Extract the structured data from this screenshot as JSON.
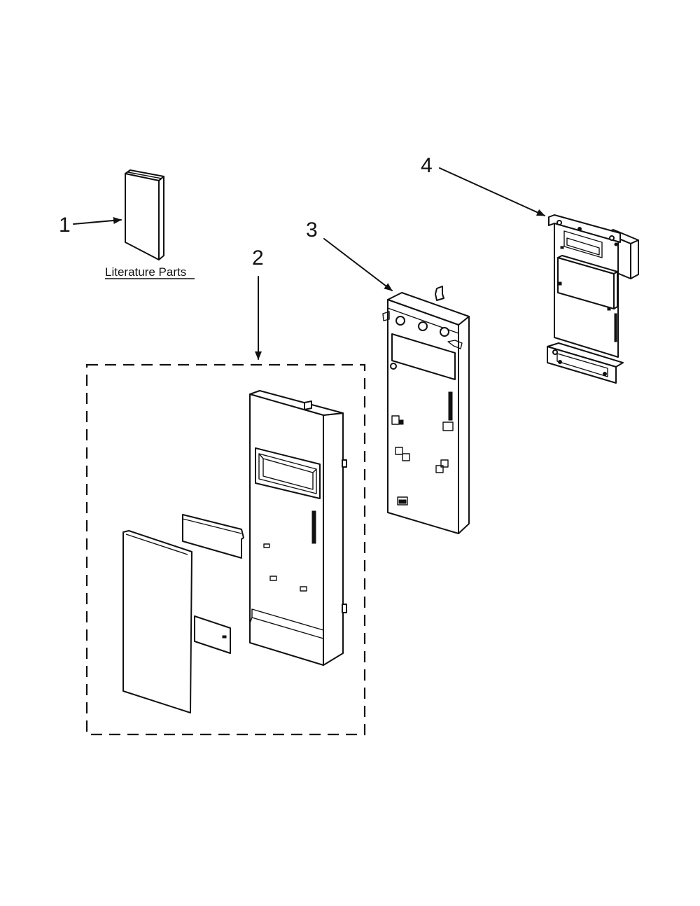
{
  "callouts": {
    "item_1": "1",
    "item_2": "2",
    "item_3": "3",
    "item_4": "4"
  },
  "literature_label": "Literature Parts",
  "colors": {
    "line": "#111111",
    "background": "#ffffff"
  }
}
